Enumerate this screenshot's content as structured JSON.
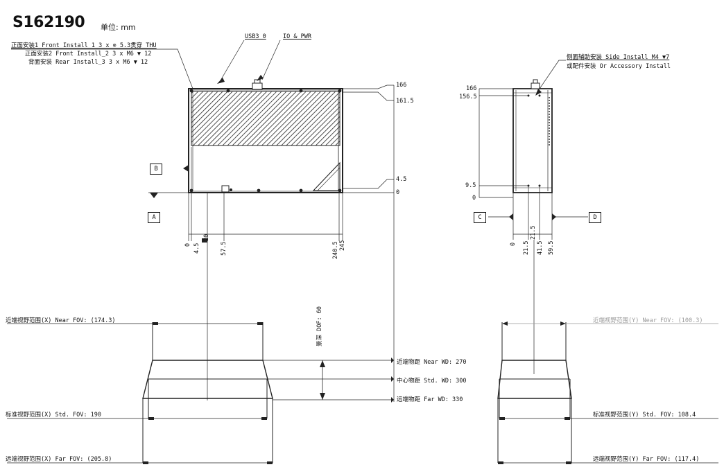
{
  "header": {
    "part_number": "S162190",
    "unit_label": "单位: mm"
  },
  "callouts": {
    "front_install_1": "正面安装1 Front Install_1 3 x ⊗ 5.3贯穿 THU",
    "front_install_2": "正面安装2 Front Install_2 3 x M6 ▼ 12",
    "rear_install_3": "背面安装 Rear Install_3 3 x M6 ▼ 12",
    "usb3": "USB3 0",
    "io_pwr": "IO & PWR",
    "side_install": "侧面辅助安装 Side Install M4 ▼7",
    "accessory_install": "或配件安装 Or Accessory Install"
  },
  "datums": {
    "a": "A",
    "b": "B",
    "c": "C",
    "d": "D"
  },
  "front_view_dims": {
    "height_labels": [
      "166",
      "161.5",
      "4.5",
      "0"
    ],
    "width_labels": [
      "0",
      "4.5",
      "20",
      "57.5",
      "240.5",
      "245"
    ]
  },
  "side_view_dims": {
    "height_labels": [
      "166",
      "156.5",
      "9.5",
      "0"
    ],
    "width_labels": [
      "0",
      "21.5",
      "21.5",
      "41.5",
      "59.5"
    ]
  },
  "fov": {
    "dof": "景深 DOF: 60",
    "near_wd": "近端物距 Near WD: 270",
    "std_wd": "中心物距 Std. WD: 300",
    "far_wd": "远端物距 Far WD: 330",
    "x_near": "近端视野范围(X) Near FOV: (174.3)",
    "x_std": "标准视野范围(X) Std. FOV: 190",
    "x_far": "远端视野范围(X) Far FOV: (205.8)",
    "y_near": "近端视野范围(Y) Near FOV: (100.3)",
    "y_std": "标准视野范围(Y) Std. FOV: 108.4",
    "y_far": "远端视野范围(Y) Far FOV: (117.4)"
  }
}
